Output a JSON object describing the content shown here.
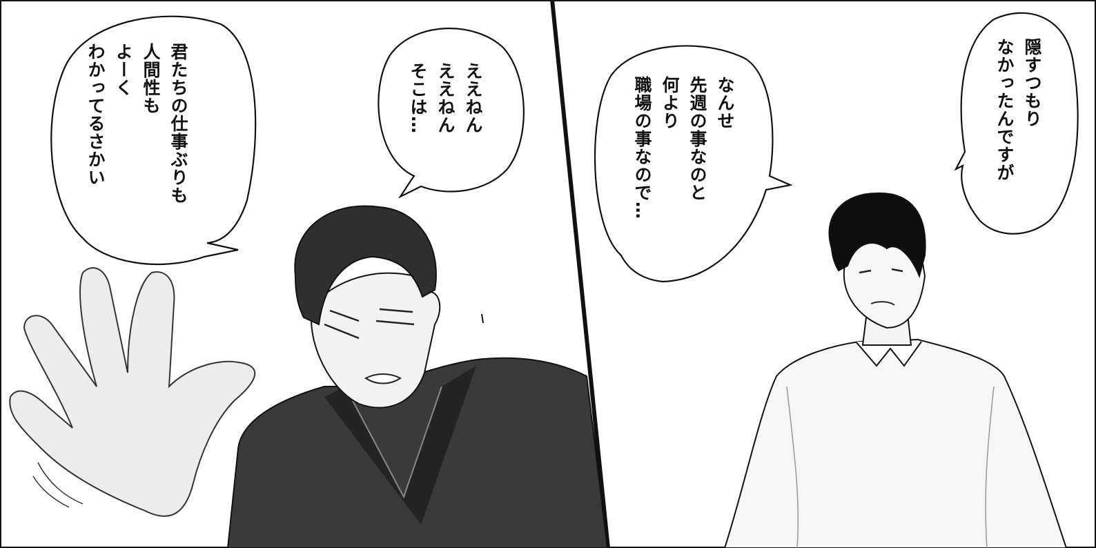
{
  "panels": [
    {
      "id": "left",
      "bubbles": [
        {
          "id": "kimitachi",
          "lines": [
            "君たちの仕事ぶりも",
            "人間性も",
            "よーく",
            "わかってるさかい"
          ]
        },
        {
          "id": "eenen",
          "lines": [
            "ええねん",
            "ええねん",
            "そこは…"
          ]
        }
      ]
    },
    {
      "id": "right",
      "bubbles": [
        {
          "id": "nanse",
          "lines": [
            "なんせ",
            "先週の事なのと",
            "何より",
            "職場の事なので…"
          ]
        },
        {
          "id": "kakusu",
          "lines": [
            "隠すつもり",
            "なかったんですが"
          ]
        }
      ]
    }
  ],
  "palette": {
    "ink": "#111111",
    "kimono": "#3a3a3a",
    "kimono_dark": "#2a2a2a",
    "hair": "#2f2f2f",
    "skin": "#f2f2f2",
    "shirt": "#f6f6f6"
  }
}
